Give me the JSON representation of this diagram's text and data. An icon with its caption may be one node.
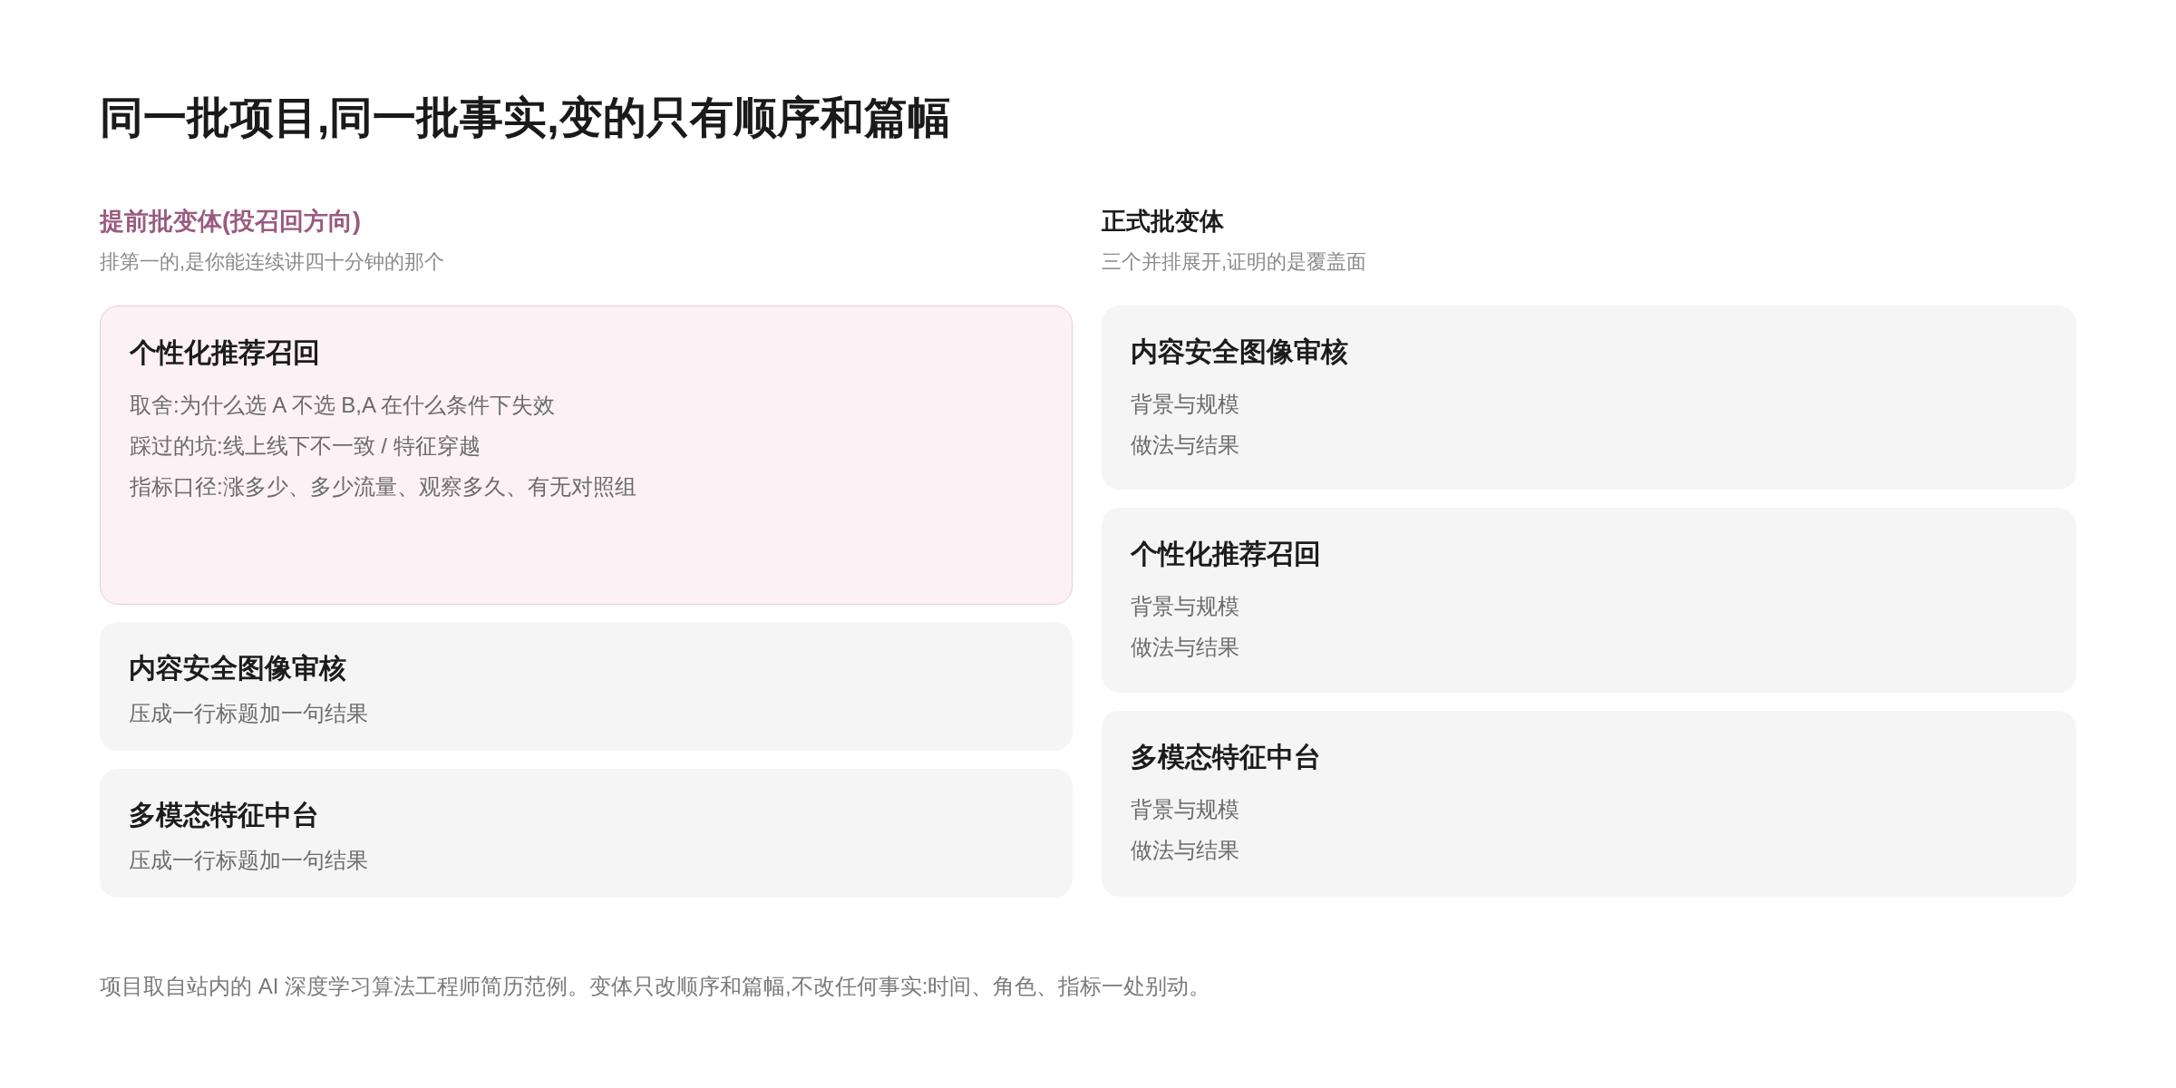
{
  "diagram": {
    "title": "同一批项目,同一批事实,变的只有顺序和篇幅",
    "nodes": [
      {
        "text": [
          "个性化推荐召回",
          "取舍:为什么选 A 不选 B,A 在什么条件下失效",
          "踩过的坑:线上线下不一致 / 特征穿越",
          "指标口径:涨多少、多少流量、观察多久、有无对照组"
        ]
      },
      {
        "text": [
          "内容安全图像审核",
          "压成一行标题加一句结果"
        ]
      },
      {
        "text": [
          "多模态特征中台",
          "压成一行标题加一句结果"
        ]
      },
      {
        "text": [
          "内容安全图像审核",
          "背景与规模",
          "做法与结果"
        ]
      },
      {
        "text": [
          "个性化推荐召回",
          "背景与规模",
          "做法与结果"
        ]
      },
      {
        "text": [
          "多模态特征中台",
          "背景与规模",
          "做法与结果"
        ]
      }
    ],
    "edges": [],
    "labels": [
      "提前批变体(投召回方向)",
      "排第一的,是你能连续讲四十分钟的那个",
      "正式批变体",
      "三个并排展开,证明的是覆盖面"
    ],
    "caption": "项目取自站内的 AI 深度学习算法工程师简历范例。变体只改顺序和篇幅,不改任何事实:时间、角色、指标一处别动。"
  }
}
